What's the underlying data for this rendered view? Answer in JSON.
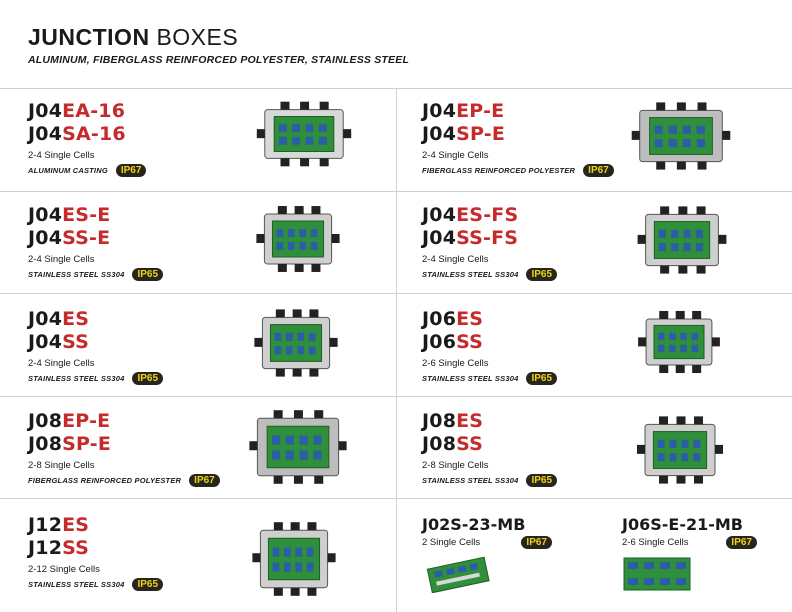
{
  "header": {
    "title_bold": "JUNCTION",
    "title_light": "BOXES",
    "subtitle": "ALUMINUM, FIBERGLASS REINFORCED POLYESTER, STAINLESS STEEL"
  },
  "colors": {
    "accent_red": "#c62b2b",
    "badge_bg": "#26261c",
    "badge_text": "#f0d21c",
    "box_green": "#2f8f3a"
  },
  "products": [
    {
      "line1_prefix": "J04",
      "line1_suffix": "EA-16",
      "line2_prefix": "J04",
      "line2_suffix": "SA-16",
      "cells": "2-4 Single Cells",
      "material": "ALUMINUM CASTING",
      "rating": "IP67",
      "image": "aluminum-junction-box-icon"
    },
    {
      "line1_prefix": "J04",
      "line1_suffix": "EP-E",
      "line2_prefix": "J04",
      "line2_suffix": "SP-E",
      "cells": "2-4 Single Cells",
      "material": "FIBERGLASS REINFORCED POLYESTER",
      "rating": "IP67",
      "image": "fiberglass-junction-box-icon"
    },
    {
      "line1_prefix": "J04",
      "line1_suffix": "ES-E",
      "line2_prefix": "J04",
      "line2_suffix": "SS-E",
      "cells": "2-4 Single Cells",
      "material": "STAINLESS STEEL SS304",
      "rating": "IP65",
      "image": "stainless-junction-box-icon"
    },
    {
      "line1_prefix": "J04",
      "line1_suffix": "ES-FS",
      "line2_prefix": "J04",
      "line2_suffix": "SS-FS",
      "cells": "2-4 Single Cells",
      "material": "STAINLESS STEEL SS304",
      "rating": "IP65",
      "image": "stainless-junction-box-icon"
    },
    {
      "line1_prefix": "J04",
      "line1_suffix": "ES",
      "line2_prefix": "J04",
      "line2_suffix": "SS",
      "cells": "2-4 Single Cells",
      "material": "STAINLESS STEEL SS304",
      "rating": "IP65",
      "image": "stainless-junction-box-icon"
    },
    {
      "line1_prefix": "J06",
      "line1_suffix": "ES",
      "line2_prefix": "J06",
      "line2_suffix": "SS",
      "cells": "2-6 Single Cells",
      "material": "STAINLESS STEEL SS304",
      "rating": "IP65",
      "image": "stainless-junction-box-icon"
    },
    {
      "line1_prefix": "J08",
      "line1_suffix": "EP-E",
      "line2_prefix": "J08",
      "line2_suffix": "SP-E",
      "cells": "2-8 Single Cells",
      "material": "FIBERGLASS REINFORCED POLYESTER",
      "rating": "IP67",
      "image": "fiberglass-junction-box-icon"
    },
    {
      "line1_prefix": "J08",
      "line1_suffix": "ES",
      "line2_prefix": "J08",
      "line2_suffix": "SS",
      "cells": "2-8 Single Cells",
      "material": "STAINLESS STEEL SS304",
      "rating": "IP65",
      "image": "stainless-junction-box-icon"
    },
    {
      "line1_prefix": "J12",
      "line1_suffix": "ES",
      "line2_prefix": "J12",
      "line2_suffix": "SS",
      "cells": "2-12 Single Cells",
      "material": "STAINLESS STEEL SS304",
      "rating": "IP65",
      "image": "stainless-junction-box-icon"
    }
  ],
  "boards": [
    {
      "model": "J02S-23-MB",
      "cells": "2 Single Cells",
      "rating": "IP67",
      "image": "summing-board-icon"
    },
    {
      "model": "J06S-E-21-MB",
      "cells": "2-6 Single Cells",
      "rating": "IP67",
      "image": "summing-board-icon"
    }
  ]
}
